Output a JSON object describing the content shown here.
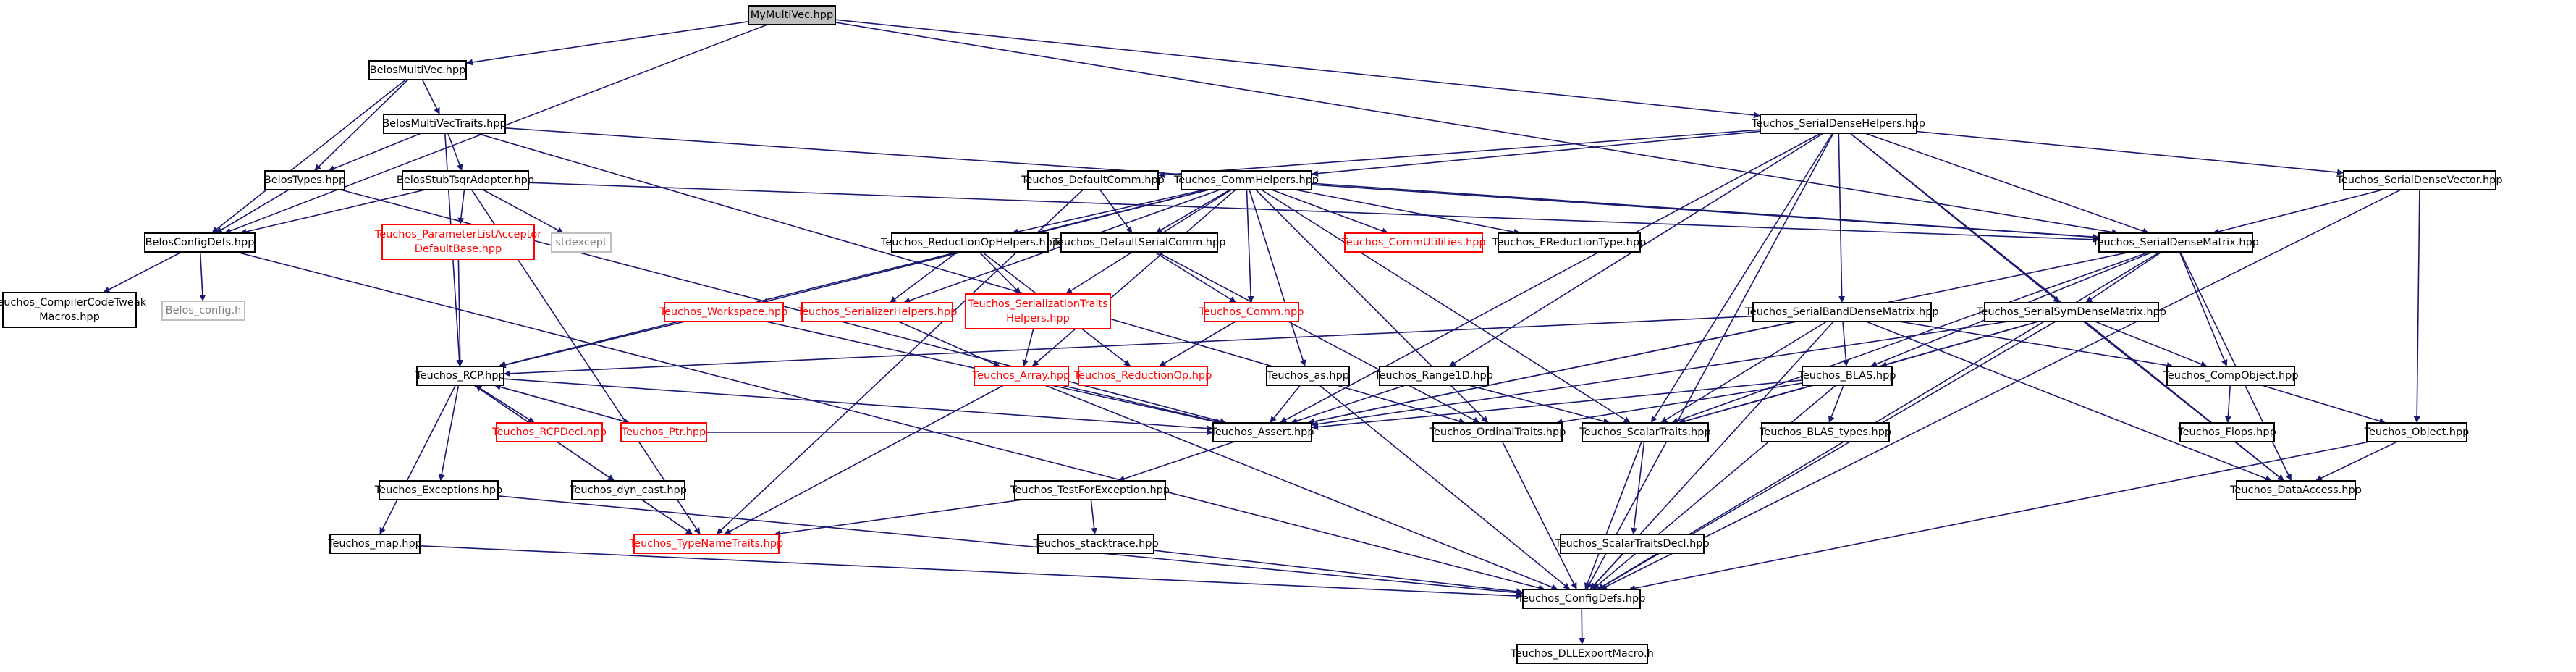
{
  "colors": {
    "edge": "#191970",
    "border_normal": "#000000",
    "border_missing": "#ff0000",
    "border_external": "#bfbfbf",
    "fill_normal": "#ffffff",
    "fill_root": "#bfbfbf",
    "text_normal": "#000000",
    "text_missing": "#ff0000",
    "text_external": "#7f7f7f"
  },
  "nodes": [
    {
      "id": "mymultivec",
      "label": "MyMultiVec.hpp",
      "kind": "root"
    },
    {
      "id": "belosmultivec",
      "label": "BelosMultiVec.hpp",
      "kind": "normal"
    },
    {
      "id": "belosmultivectraits",
      "label": "BelosMultiVecTraits.hpp",
      "kind": "normal"
    },
    {
      "id": "belostypes",
      "label": "BelosTypes.hpp",
      "kind": "normal"
    },
    {
      "id": "belosstubtsqr",
      "label": "BelosStubTsqrAdapter.hpp",
      "kind": "normal"
    },
    {
      "id": "belosconfigdefs",
      "label": "BelosConfigDefs.hpp",
      "kind": "normal"
    },
    {
      "id": "compilercodetweak",
      "label": "Teuchos_CompilerCodeTweak",
      "label2": "Macros.hpp",
      "kind": "normal"
    },
    {
      "id": "belosconfigh",
      "label": "Belos_config.h",
      "kind": "external"
    },
    {
      "id": "paramlistacceptor",
      "label": "Teuchos_ParameterListAcceptor",
      "label2": "DefaultBase.hpp",
      "kind": "missing"
    },
    {
      "id": "stdexcept",
      "label": "stdexcept",
      "kind": "external"
    },
    {
      "id": "serialdensehelpers",
      "label": "Teuchos_SerialDenseHelpers.hpp",
      "kind": "normal"
    },
    {
      "id": "defaultcomm",
      "label": "Teuchos_DefaultComm.hpp",
      "kind": "normal"
    },
    {
      "id": "commhelpers",
      "label": "Teuchos_CommHelpers.hpp",
      "kind": "normal"
    },
    {
      "id": "serialdensevector",
      "label": "Teuchos_SerialDenseVector.hpp",
      "kind": "normal"
    },
    {
      "id": "reductionophelpers",
      "label": "Teuchos_ReductionOpHelpers.hpp",
      "kind": "normal"
    },
    {
      "id": "defaultserialcomm",
      "label": "Teuchos_DefaultSerialComm.hpp",
      "kind": "normal"
    },
    {
      "id": "commutilities",
      "label": "Teuchos_CommUtilities.hpp",
      "kind": "missing"
    },
    {
      "id": "ereductiontype",
      "label": "Teuchos_EReductionType.hpp",
      "kind": "normal"
    },
    {
      "id": "serialdensematrix",
      "label": "Teuchos_SerialDenseMatrix.hpp",
      "kind": "normal"
    },
    {
      "id": "workspace",
      "label": "Teuchos_Workspace.hpp",
      "kind": "missing"
    },
    {
      "id": "serializerhelpers",
      "label": "Teuchos_SerializerHelpers.hpp",
      "kind": "missing"
    },
    {
      "id": "serializationtraits",
      "label": "Teuchos_SerializationTraits",
      "label2": "Helpers.hpp",
      "kind": "missing"
    },
    {
      "id": "comm",
      "label": "Teuchos_Comm.hpp",
      "kind": "missing"
    },
    {
      "id": "serialbanddense",
      "label": "Teuchos_SerialBandDenseMatrix.hpp",
      "kind": "normal"
    },
    {
      "id": "serialsymdense",
      "label": "Teuchos_SerialSymDenseMatrix.hpp",
      "kind": "normal"
    },
    {
      "id": "rcp",
      "label": "Teuchos_RCP.hpp",
      "kind": "normal"
    },
    {
      "id": "array",
      "label": "Teuchos_Array.hpp",
      "kind": "missing"
    },
    {
      "id": "reductionop",
      "label": "Teuchos_ReductionOp.hpp",
      "kind": "missing"
    },
    {
      "id": "as",
      "label": "Teuchos_as.hpp",
      "kind": "normal"
    },
    {
      "id": "range1d",
      "label": "Teuchos_Range1D.hpp",
      "kind": "normal"
    },
    {
      "id": "blas",
      "label": "Teuchos_BLAS.hpp",
      "kind": "normal"
    },
    {
      "id": "compobject",
      "label": "Teuchos_CompObject.hpp",
      "kind": "normal"
    },
    {
      "id": "rcpdecl",
      "label": "Teuchos_RCPDecl.hpp",
      "kind": "missing"
    },
    {
      "id": "ptr",
      "label": "Teuchos_Ptr.hpp",
      "kind": "missing"
    },
    {
      "id": "assert",
      "label": "Teuchos_Assert.hpp",
      "kind": "normal"
    },
    {
      "id": "ordinaltraits",
      "label": "Teuchos_OrdinalTraits.hpp",
      "kind": "normal"
    },
    {
      "id": "scalartraits",
      "label": "Teuchos_ScalarTraits.hpp",
      "kind": "normal"
    },
    {
      "id": "blastypes",
      "label": "Teuchos_BLAS_types.hpp",
      "kind": "normal"
    },
    {
      "id": "flops",
      "label": "Teuchos_Flops.hpp",
      "kind": "normal"
    },
    {
      "id": "object",
      "label": "Teuchos_Object.hpp",
      "kind": "normal"
    },
    {
      "id": "exceptions",
      "label": "Teuchos_Exceptions.hpp",
      "kind": "normal"
    },
    {
      "id": "dyncast",
      "label": "Teuchos_dyn_cast.hpp",
      "kind": "normal"
    },
    {
      "id": "testforexception",
      "label": "Teuchos_TestForException.hpp",
      "kind": "normal"
    },
    {
      "id": "dataaccess",
      "label": "Teuchos_DataAccess.hpp",
      "kind": "normal"
    },
    {
      "id": "typenametraits",
      "label": "Teuchos_TypeNameTraits.hpp",
      "kind": "missing"
    },
    {
      "id": "map",
      "label": "Teuchos_map.hpp",
      "kind": "normal"
    },
    {
      "id": "stacktrace",
      "label": "Teuchos_stacktrace.hpp",
      "kind": "normal"
    },
    {
      "id": "scalartraitsdecl",
      "label": "Teuchos_ScalarTraitsDecl.hpp",
      "kind": "normal"
    },
    {
      "id": "configdefs",
      "label": "Teuchos_ConfigDefs.hpp",
      "kind": "normal"
    },
    {
      "id": "dllexport",
      "label": "Teuchos_DLLExportMacro.h",
      "kind": "normal"
    }
  ],
  "edges": [
    [
      "mymultivec",
      "belosmultivec"
    ],
    [
      "mymultivec",
      "belosconfigdefs"
    ],
    [
      "mymultivec",
      "serialdensehelpers"
    ],
    [
      "mymultivec",
      "serialdensematrix"
    ],
    [
      "belosmultivec",
      "belosmultivectraits"
    ],
    [
      "belosmultivec",
      "belostypes"
    ],
    [
      "belosmultivec",
      "belosconfigdefs"
    ],
    [
      "belosmultivectraits",
      "belostypes"
    ],
    [
      "belosmultivectraits",
      "belosstubtsqr"
    ],
    [
      "belosmultivectraits",
      "rcp"
    ],
    [
      "belosmultivectraits",
      "serialdensematrix"
    ],
    [
      "belosmultivectraits",
      "ordinaltraits"
    ],
    [
      "belostypes",
      "belosconfigdefs"
    ],
    [
      "belostypes",
      "assert"
    ],
    [
      "belosstubtsqr",
      "belosconfigdefs"
    ],
    [
      "belosstubtsqr",
      "paramlistacceptor"
    ],
    [
      "belosstubtsqr",
      "stdexcept"
    ],
    [
      "belosstubtsqr",
      "serialdensematrix"
    ],
    [
      "belosstubtsqr",
      "typenametraits"
    ],
    [
      "belosconfigdefs",
      "compilercodetweak"
    ],
    [
      "belosconfigdefs",
      "belosconfigh"
    ],
    [
      "belosconfigdefs",
      "configdefs"
    ],
    [
      "paramlistacceptor",
      "rcp"
    ],
    [
      "serialdensehelpers",
      "defaultcomm"
    ],
    [
      "serialdensehelpers",
      "commhelpers"
    ],
    [
      "serialdensehelpers",
      "serialdensevector"
    ],
    [
      "serialdensehelpers",
      "serialdensematrix"
    ],
    [
      "serialdensehelpers",
      "serialbanddense"
    ],
    [
      "serialdensehelpers",
      "serialsymdense"
    ],
    [
      "serialdensehelpers",
      "range1d"
    ],
    [
      "serialdensehelpers",
      "scalartraits"
    ],
    [
      "serialdensehelpers",
      "dataaccess"
    ],
    [
      "serialdensehelpers",
      "configdefs"
    ],
    [
      "serialdensehelpers",
      "assert"
    ],
    [
      "defaultcomm",
      "defaultserialcomm"
    ],
    [
      "defaultcomm",
      "typenametraits"
    ],
    [
      "commhelpers",
      "reductionophelpers"
    ],
    [
      "commhelpers",
      "defaultserialcomm"
    ],
    [
      "commhelpers",
      "commutilities"
    ],
    [
      "commhelpers",
      "ereductiontype"
    ],
    [
      "commhelpers",
      "serialdensematrix"
    ],
    [
      "commhelpers",
      "workspace"
    ],
    [
      "commhelpers",
      "serializerhelpers"
    ],
    [
      "commhelpers",
      "serializationtraits"
    ],
    [
      "commhelpers",
      "comm"
    ],
    [
      "commhelpers",
      "array"
    ],
    [
      "commhelpers",
      "as"
    ],
    [
      "commhelpers",
      "rcp"
    ],
    [
      "commhelpers",
      "scalartraits"
    ],
    [
      "commhelpers",
      "ordinaltraits"
    ],
    [
      "reductionophelpers",
      "serializerhelpers"
    ],
    [
      "reductionophelpers",
      "serializationtraits"
    ],
    [
      "reductionophelpers",
      "reductionop"
    ],
    [
      "defaultserialcomm",
      "comm"
    ],
    [
      "defaultserialcomm",
      "ordinaltraits"
    ],
    [
      "comm",
      "reductionop"
    ],
    [
      "serializerhelpers",
      "array"
    ],
    [
      "serializationtraits",
      "array"
    ],
    [
      "workspace",
      "rcp"
    ],
    [
      "workspace",
      "assert"
    ],
    [
      "serialdensevector",
      "serialdensematrix"
    ],
    [
      "serialdensevector",
      "object"
    ],
    [
      "serialdensevector",
      "configdefs"
    ],
    [
      "serialdensematrix",
      "compobject"
    ],
    [
      "serialdensematrix",
      "blas"
    ],
    [
      "serialdensematrix",
      "serialsymdense"
    ],
    [
      "serialdensematrix",
      "dataaccess"
    ],
    [
      "serialdensematrix",
      "configdefs"
    ],
    [
      "serialdensematrix",
      "assert"
    ],
    [
      "serialdensematrix",
      "scalartraits"
    ],
    [
      "serialbanddense",
      "compobject"
    ],
    [
      "serialbanddense",
      "blas"
    ],
    [
      "serialbanddense",
      "rcp"
    ],
    [
      "serialbanddense",
      "assert"
    ],
    [
      "serialbanddense",
      "scalartraits"
    ],
    [
      "serialbanddense",
      "dataaccess"
    ],
    [
      "serialbanddense",
      "configdefs"
    ],
    [
      "serialsymdense",
      "compobject"
    ],
    [
      "serialsymdense",
      "blas"
    ],
    [
      "serialsymdense",
      "assert"
    ],
    [
      "serialsymdense",
      "scalartraits"
    ],
    [
      "serialsymdense",
      "dataaccess"
    ],
    [
      "serialsymdense",
      "configdefs"
    ],
    [
      "rcp",
      "rcpdecl"
    ],
    [
      "rcp",
      "ptr"
    ],
    [
      "rcp",
      "assert"
    ],
    [
      "rcp",
      "exceptions"
    ],
    [
      "rcp",
      "dyncast"
    ],
    [
      "rcp",
      "typenametraits"
    ],
    [
      "rcp",
      "map"
    ],
    [
      "ptr",
      "rcp"
    ],
    [
      "rcpdecl",
      "rcp"
    ],
    [
      "ptr",
      "assert"
    ],
    [
      "array",
      "assert"
    ],
    [
      "array",
      "typenametraits"
    ],
    [
      "array",
      "configdefs"
    ],
    [
      "as",
      "assert"
    ],
    [
      "as",
      "configdefs"
    ],
    [
      "range1d",
      "assert"
    ],
    [
      "range1d",
      "scalartraits"
    ],
    [
      "blas",
      "blastypes"
    ],
    [
      "blas",
      "scalartraits"
    ],
    [
      "blas",
      "ordinaltraits"
    ],
    [
      "blas",
      "assert"
    ],
    [
      "blas",
      "configdefs"
    ],
    [
      "compobject",
      "flops"
    ],
    [
      "compobject",
      "object"
    ],
    [
      "object",
      "dataaccess"
    ],
    [
      "object",
      "configdefs"
    ],
    [
      "assert",
      "testforexception"
    ],
    [
      "testforexception",
      "typenametraits"
    ],
    [
      "testforexception",
      "stacktrace"
    ],
    [
      "ordinaltraits",
      "configdefs"
    ],
    [
      "scalartraits",
      "scalartraitsdecl"
    ],
    [
      "scalartraits",
      "configdefs"
    ],
    [
      "scalartraitsdecl",
      "configdefs"
    ],
    [
      "exceptions",
      "configdefs"
    ],
    [
      "dyncast",
      "typenametraits"
    ],
    [
      "map",
      "configdefs"
    ],
    [
      "stacktrace",
      "configdefs"
    ],
    [
      "configdefs",
      "dllexport"
    ]
  ]
}
